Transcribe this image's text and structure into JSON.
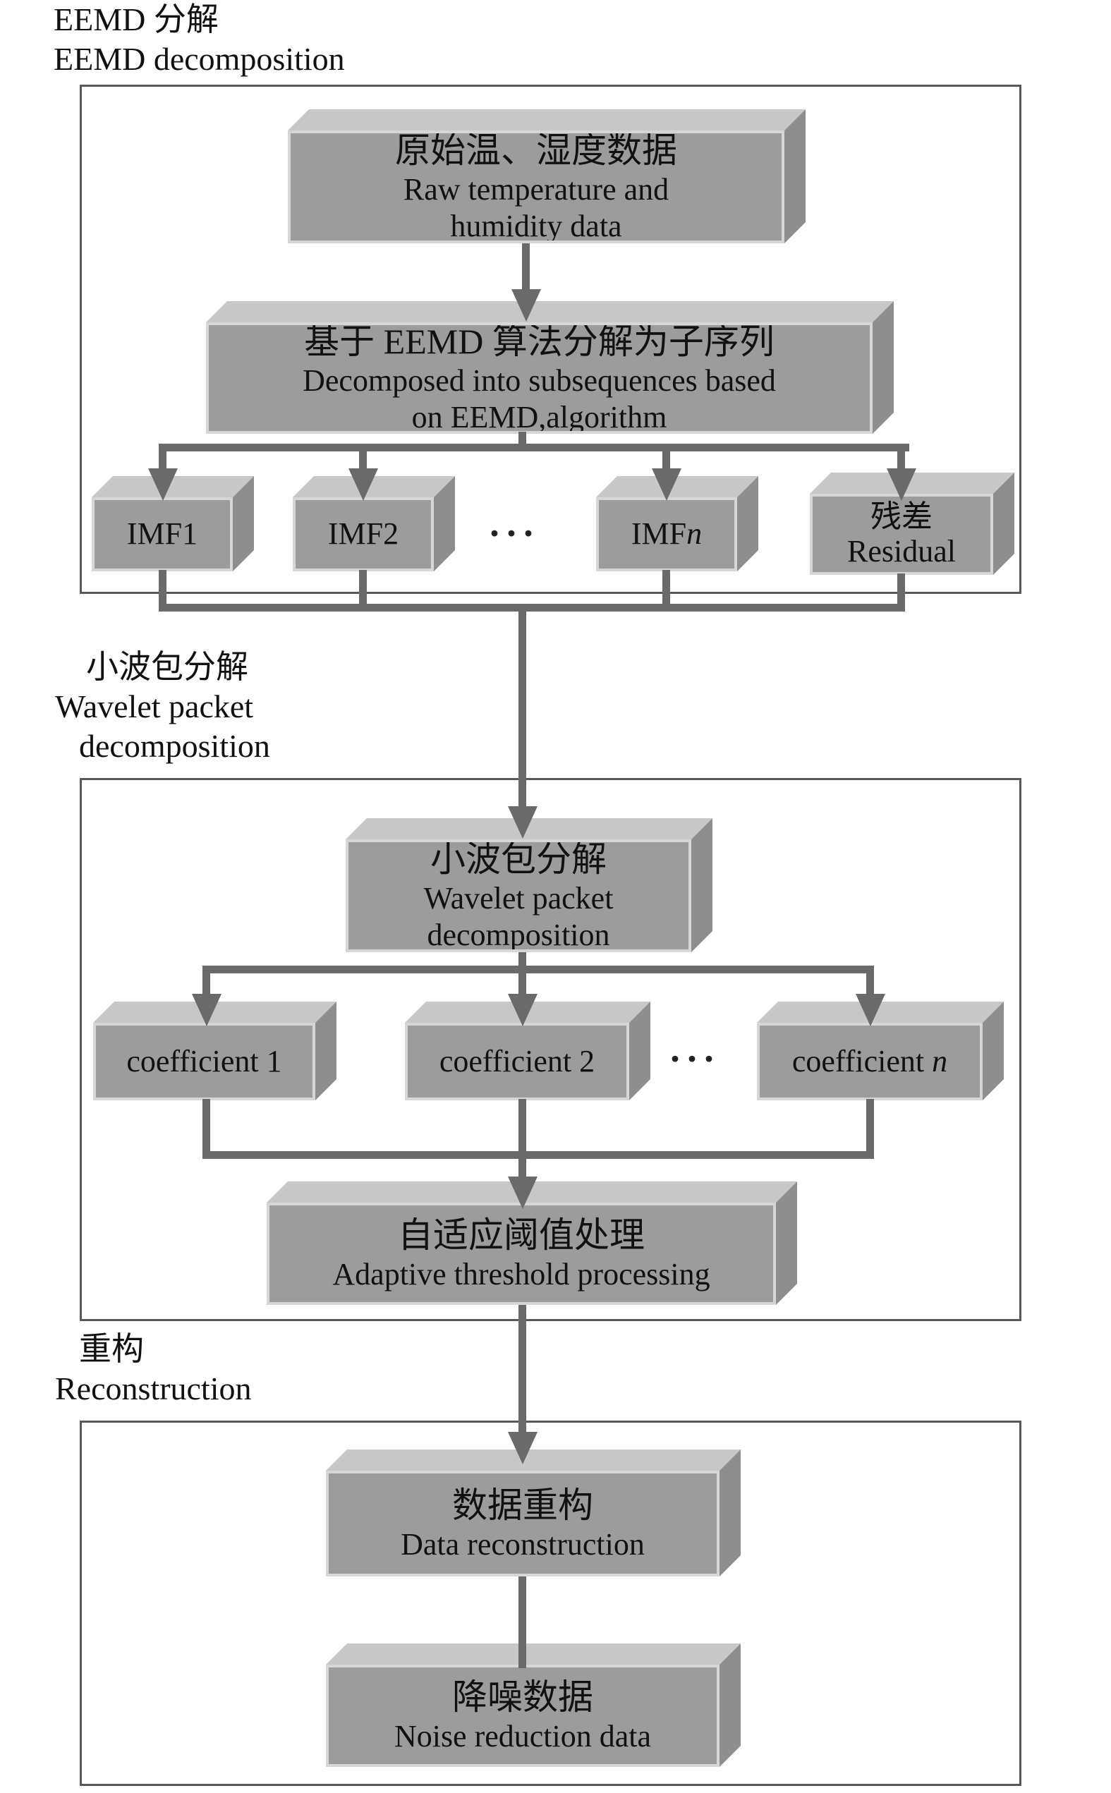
{
  "diagram": {
    "title": {
      "zh": "EEMD 分解",
      "en": "EEMD decomposition"
    },
    "section2_label": {
      "zh": "小波包分解",
      "en1": "Wavelet packet",
      "en2": "decomposition"
    },
    "section3_label": {
      "zh": "重构",
      "en": "Reconstruction"
    },
    "nodes": {
      "raw_data": {
        "zh": "原始温、湿度数据",
        "en1": "Raw temperature and",
        "en2": "humidity data"
      },
      "eemd_decompose": {
        "zh": "基于 EEMD 算法分解为子序列",
        "en1": "Decomposed into subsequences based",
        "en2": "on EEMD,algorithm"
      },
      "imf1": {
        "label": "IMF1"
      },
      "imf2": {
        "label": "IMF2"
      },
      "imfn": {
        "prefix": "IMF",
        "suffix": "n"
      },
      "residual": {
        "zh": "残差",
        "en": "Residual"
      },
      "dots1": "···",
      "wavelet_packet": {
        "zh": "小波包分解",
        "en1": "Wavelet packet",
        "en2": "decomposition"
      },
      "coefficient1": {
        "label": "coefficient 1"
      },
      "coefficient2": {
        "label": "coefficient 2"
      },
      "dots2": "···",
      "coefficientn": {
        "prefix": "coefficient ",
        "suffix": "n"
      },
      "adaptive_threshold": {
        "zh": "自适应阈值处理",
        "en": "Adaptive threshold processing"
      },
      "data_reconstruction": {
        "zh": "数据重构",
        "en": "Data reconstruction"
      },
      "noise_reduction": {
        "zh": "降噪数据",
        "en": "Noise reduction data"
      }
    },
    "palette": {
      "box_front": "#9c9c9c",
      "box_top": "#c7c7c7",
      "box_side": "#8e8e8e",
      "box_edge": "#d6d6d6",
      "connector": "#6a6a6a",
      "section_border": "#585858",
      "text": "#111111",
      "background": "#ffffff"
    }
  }
}
